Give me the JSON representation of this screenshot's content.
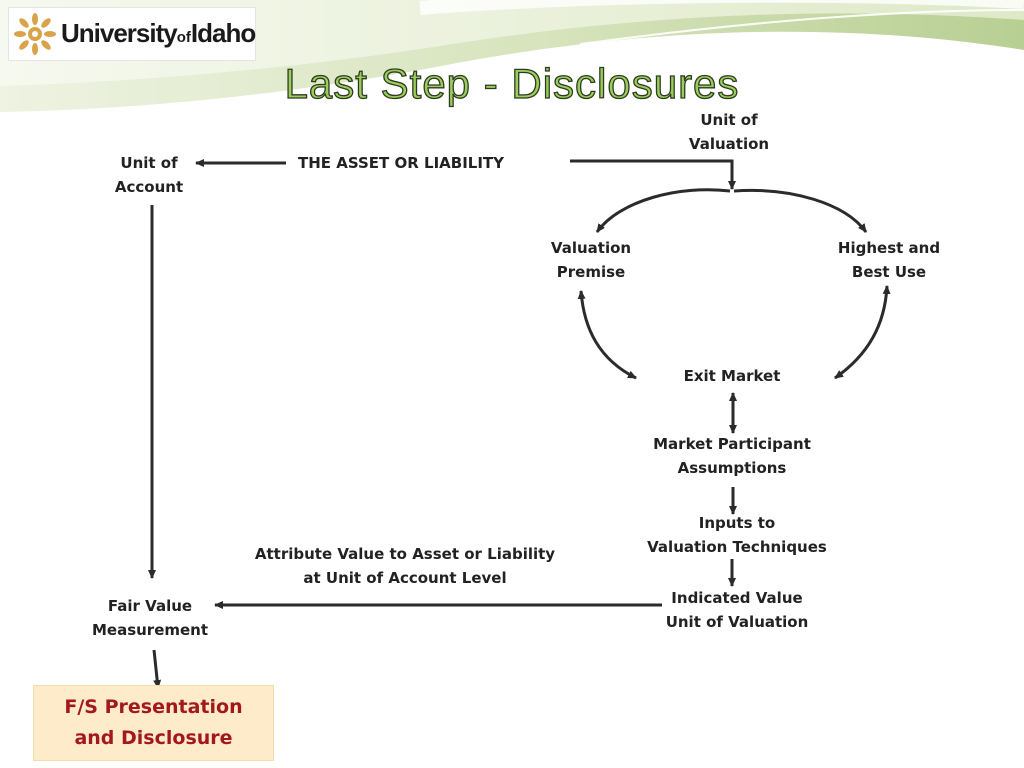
{
  "header": {
    "logo_word_1": "University",
    "logo_word_2": "of",
    "logo_word_3": "Idaho",
    "title": "Last Step - Disclosures"
  },
  "nodes": {
    "unit_of_valuation_top": [
      "Unit of",
      "Valuation"
    ],
    "unit_of_account": [
      "Unit of",
      "Account"
    ],
    "asset_or_liability": "THE ASSET OR LIABILITY",
    "valuation_premise": [
      "Valuation",
      "Premise"
    ],
    "highest_best_use": [
      "Highest and",
      "Best Use"
    ],
    "exit_market": "Exit Market",
    "market_participant": [
      "Market Participant",
      "Assumptions"
    ],
    "inputs": [
      "Inputs to",
      "Valuation Techniques"
    ],
    "attribute_value": [
      "Attribute Value to Asset or Liability",
      "at Unit of Account Level"
    ],
    "indicated_value": [
      "Indicated Value",
      "Unit of Valuation"
    ],
    "fair_value": [
      "Fair Value",
      "Measurement"
    ],
    "fs_presentation": [
      "F/S Presentation",
      "and Disclosure"
    ]
  },
  "colors": {
    "title_fill": "#9ccd5a",
    "arrow": "#2b2b2b",
    "fs_box_bg": "#fdebc9",
    "fs_text": "#a3181c"
  }
}
